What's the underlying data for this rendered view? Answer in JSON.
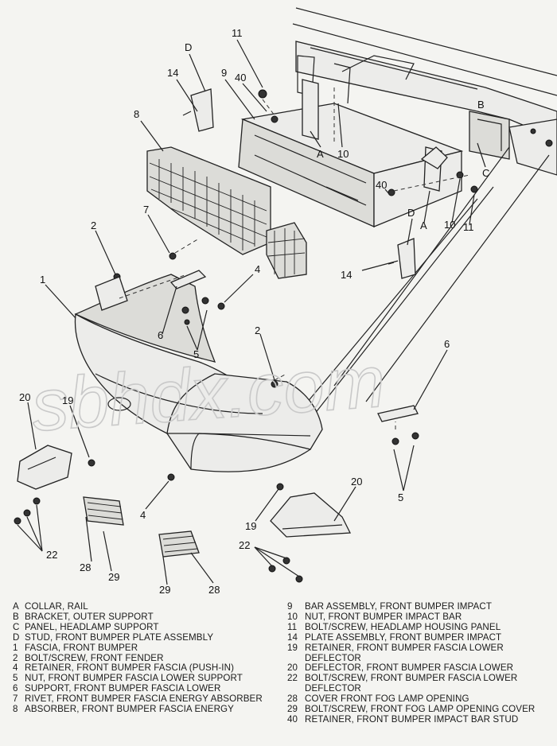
{
  "watermark": "sbhdx.com",
  "callouts": [
    {
      "id": "c11a",
      "text": "11"
    },
    {
      "id": "cD1",
      "text": "D"
    },
    {
      "id": "c14a",
      "text": "14"
    },
    {
      "id": "c9",
      "text": "9"
    },
    {
      "id": "c40a",
      "text": "40"
    },
    {
      "id": "c8",
      "text": "8"
    },
    {
      "id": "cA1",
      "text": "A"
    },
    {
      "id": "c10a",
      "text": "10"
    },
    {
      "id": "cB",
      "text": "B"
    },
    {
      "id": "cC",
      "text": "C"
    },
    {
      "id": "c40b",
      "text": "40"
    },
    {
      "id": "cD2",
      "text": "D"
    },
    {
      "id": "cA2",
      "text": "A"
    },
    {
      "id": "c10b",
      "text": "10"
    },
    {
      "id": "c11b",
      "text": "11"
    },
    {
      "id": "c7",
      "text": "7"
    },
    {
      "id": "c2a",
      "text": "2"
    },
    {
      "id": "c14b",
      "text": "14"
    },
    {
      "id": "c1",
      "text": "1"
    },
    {
      "id": "c4a",
      "text": "4"
    },
    {
      "id": "c6a",
      "text": "6"
    },
    {
      "id": "c5a",
      "text": "5"
    },
    {
      "id": "c2b",
      "text": "2"
    },
    {
      "id": "c6b",
      "text": "6"
    },
    {
      "id": "c20a",
      "text": "20"
    },
    {
      "id": "c19a",
      "text": "19"
    },
    {
      "id": "c5b",
      "text": "5"
    },
    {
      "id": "c4b",
      "text": "4"
    },
    {
      "id": "c20b",
      "text": "20"
    },
    {
      "id": "c19b",
      "text": "19"
    },
    {
      "id": "c22a",
      "text": "22"
    },
    {
      "id": "c22b",
      "text": "22"
    },
    {
      "id": "c28a",
      "text": "28"
    },
    {
      "id": "c29a",
      "text": "29"
    },
    {
      "id": "c29b",
      "text": "29"
    },
    {
      "id": "c28b",
      "text": "28"
    }
  ],
  "legend": {
    "left": [
      {
        "code": "A",
        "desc": "COLLAR, RAIL"
      },
      {
        "code": "B",
        "desc": "BRACKET, OUTER SUPPORT"
      },
      {
        "code": "C",
        "desc": "PANEL, HEADLAMP SUPPORT"
      },
      {
        "code": "D",
        "desc": "STUD, FRONT BUMPER PLATE ASSEMBLY"
      },
      {
        "code": "1",
        "desc": "FASCIA, FRONT BUMPER"
      },
      {
        "code": "2",
        "desc": "BOLT/SCREW, FRONT FENDER"
      },
      {
        "code": "4",
        "desc": "RETAINER, FRONT BUMPER FASCIA (PUSH-IN)"
      },
      {
        "code": "5",
        "desc": "NUT, FRONT BUMPER FASCIA LOWER SUPPORT"
      },
      {
        "code": "6",
        "desc": "SUPPORT, FRONT BUMPER FASCIA LOWER"
      },
      {
        "code": "7",
        "desc": "RIVET, FRONT BUMPER FASCIA ENERGY ABSORBER"
      },
      {
        "code": "8",
        "desc": "ABSORBER, FRONT BUMPER FASCIA ENERGY"
      }
    ],
    "right": [
      {
        "code": "9",
        "desc": "BAR ASSEMBLY, FRONT BUMPER IMPACT"
      },
      {
        "code": "10",
        "desc": "NUT, FRONT BUMPER IMPACT BAR"
      },
      {
        "code": "11",
        "desc": "BOLT/SCREW, HEADLAMP HOUSING PANEL"
      },
      {
        "code": "14",
        "desc": "PLATE ASSEMBLY, FRONT BUMPER IMPACT"
      },
      {
        "code": "19",
        "desc": "RETAINER, FRONT BUMPER FASCIA LOWER"
      },
      {
        "code": "",
        "desc": "DEFLECTOR"
      },
      {
        "code": "20",
        "desc": "DEFLECTOR, FRONT BUMPER FASCIA LOWER"
      },
      {
        "code": "22",
        "desc": "BOLT/SCREW, FRONT BUMPER FASCIA LOWER"
      },
      {
        "code": "",
        "desc": "DEFLECTOR"
      },
      {
        "code": "28",
        "desc": "COVER FRONT FOG LAMP OPENING"
      },
      {
        "code": "29",
        "desc": "BOLT/SCREW, FRONT FOG LAMP OPENING COVER"
      },
      {
        "code": "40",
        "desc": "RETAINER, FRONT BUMPER IMPACT BAR STUD"
      }
    ]
  }
}
